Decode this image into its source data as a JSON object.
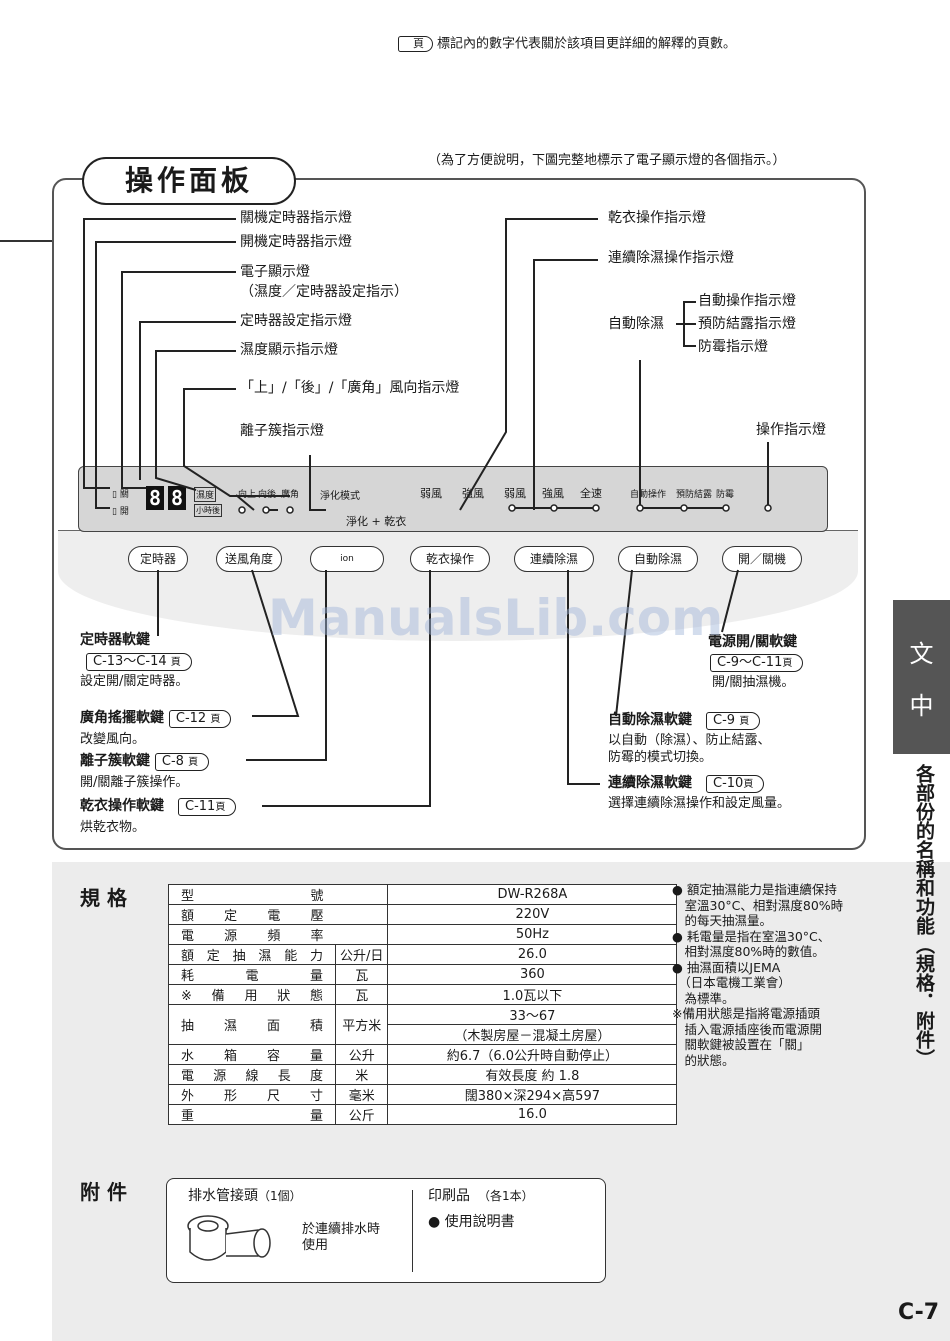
{
  "legend": {
    "pill_label": "頁",
    "text": "標記內的數字代表關於該項目更詳細的解釋的頁數。"
  },
  "panel": {
    "title": "操作面板",
    "note": "（為了方便說明，下圖完整地標示了電子顯示燈的各個指示。）",
    "left_labels": [
      "關機定時器指示燈",
      "開機定時器指示燈",
      "電子顯示燈",
      "（濕度／定時器設定指示）",
      "定時器設定指示燈",
      "濕度顯示指示燈",
      "「上」/「後」/「廣角」風向指示燈",
      "離子簇指示燈"
    ],
    "right_labels": [
      "乾衣操作指示燈",
      "連續除濕操作指示燈"
    ],
    "auto_group": {
      "label": "自動除濕",
      "items": [
        "自動操作指示燈",
        "預防結露指示燈",
        "防霉指示燈"
      ]
    },
    "operation_indicator": "操作指示燈",
    "display": {
      "off": "關",
      "on": "開",
      "digits": "88",
      "humidity": "濕度",
      "hours": "小時後",
      "up": "向上",
      "back": "向後",
      "wide": "廣角",
      "purify_mode": "淨化模式",
      "weak": "弱風",
      "strong": "強風",
      "purify_dry": "淨化 + 乾衣",
      "weak2": "弱風",
      "strong2": "強風",
      "full": "全速",
      "auto_op": "自動操作",
      "prevent": "預防結露",
      "mold": "防霉"
    },
    "buttons": [
      "定時器",
      "送風角度",
      "ion",
      "乾衣操作",
      "連續除濕",
      "自動除濕",
      "開／關機"
    ]
  },
  "keys": {
    "timer": {
      "name": "定時器軟鍵",
      "ref": "C-13～C-14",
      "pg": "頁",
      "desc": "設定開/關定時器。"
    },
    "angle": {
      "name": "廣角搖擺軟鍵",
      "ref": "C-12",
      "pg": "頁",
      "desc": "改變風向。"
    },
    "ion": {
      "name": "離子簇軟鍵",
      "ref": "C-8",
      "pg": "頁",
      "desc": "開/關離子簇操作。"
    },
    "dry": {
      "name": "乾衣操作軟鍵",
      "ref": "C-11",
      "pg": "頁",
      "desc": "烘乾衣物。"
    },
    "power": {
      "name": "電源開/關軟鍵",
      "ref": "C-9～C-11",
      "pg": "頁",
      "desc": "開/關抽濕機。"
    },
    "auto": {
      "name": "自動除濕軟鍵",
      "ref": "C-9",
      "pg": "頁",
      "desc1": "以自動（除濕）、防止結露、",
      "desc2": "防霉的模式切換。"
    },
    "cont": {
      "name": "連續除濕軟鍵",
      "ref": "C-10",
      "pg": "頁",
      "desc": "選擇連續除濕操作和設定風量。"
    }
  },
  "specs": {
    "heading": "規 格",
    "rows": [
      {
        "k": "型號",
        "u": "",
        "v": "DW-R268A"
      },
      {
        "k": "額定電壓",
        "u": "",
        "v": "220V"
      },
      {
        "k": "電源頻率",
        "u": "",
        "v": "50Hz"
      },
      {
        "k": "額定抽濕能力",
        "u": "公升/日",
        "v": "26.0"
      },
      {
        "k": "耗電量",
        "u": "瓦",
        "v": "360"
      },
      {
        "k": "※備用狀態",
        "u": "瓦",
        "v": "1.0瓦以下"
      },
      {
        "k": "抽濕面積",
        "u": "平方米",
        "v": "33～67",
        "v2": "（木製房屋－混凝土房屋）"
      },
      {
        "k": "水箱容量",
        "u": "公升",
        "v": "約6.7（6.0公升時自動停止）"
      },
      {
        "k": "電源線長度",
        "u": "米",
        "v": "有效長度 約 1.8"
      },
      {
        "k": "外形尺寸",
        "u": "毫米",
        "v": "闊380×深294×高597"
      },
      {
        "k": "重量",
        "u": "公斤",
        "v": "16.0"
      }
    ],
    "notes": [
      "● 額定抽濕能力是指連續保持",
      "　室溫30°C、相對濕度80%時",
      "　的每天抽濕量。",
      "● 耗電量是指在室溫30°C、",
      "　相對濕度80%時的數值。",
      "● 抽濕面積以JEMA",
      "　（日本電機工業會）",
      "　為標準。",
      "※備用狀態是指將電源插頭",
      "　插入電源插座後而電源開",
      "　關軟鍵被設置在「關」",
      "　的狀態。"
    ]
  },
  "accessories": {
    "heading": "附 件",
    "item1": "排水管接頭",
    "item1_qty": "（1個）",
    "item1_desc1": "於連續排水時",
    "item1_desc2": "使用",
    "item2": "印刷品",
    "item2_qty": "（各1本）",
    "item2_list": "● 使用說明書"
  },
  "side_tab": {
    "char1": "文",
    "char2": "中",
    "section": "各部份的名稱和功能（規格．附件）"
  },
  "page_number": "C-7",
  "watermark": "ManualsLib.com"
}
